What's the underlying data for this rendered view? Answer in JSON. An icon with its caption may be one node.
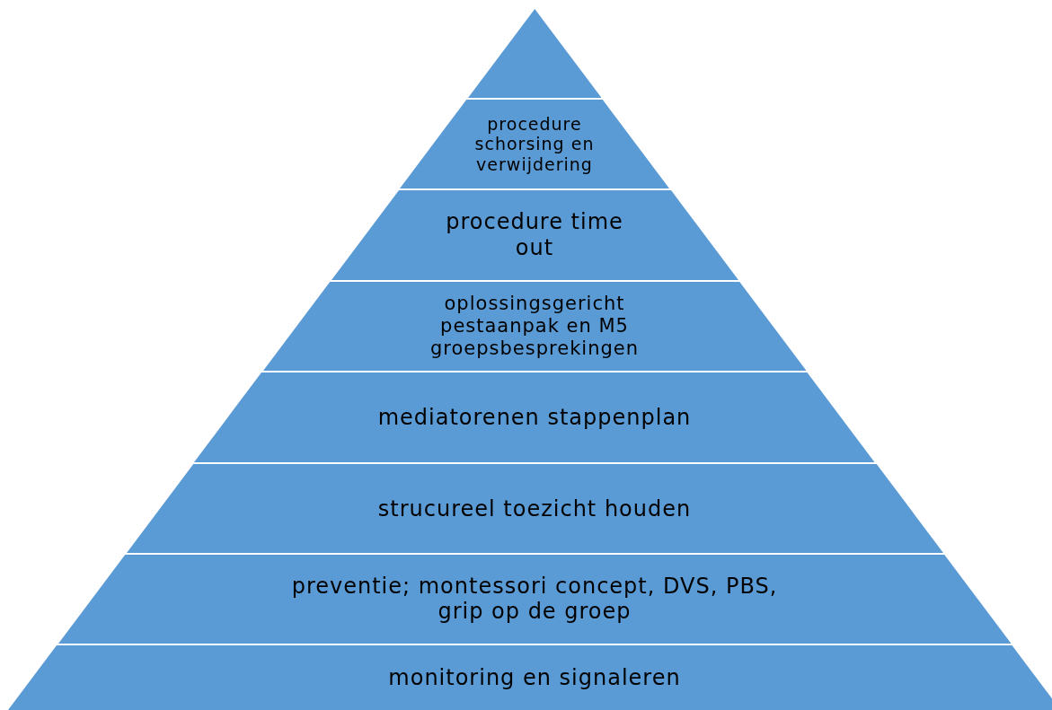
{
  "diagram": {
    "nodes": [
      {
        "text": [],
        "shape": "triangle"
      },
      {
        "text": [
          "procedure schorsing en verwijdering"
        ]
      },
      {
        "text": [
          "procedure time out"
        ]
      },
      {
        "text": [
          "oplossingsgericht pestaanpak en M5 groepsbesprekingen"
        ]
      },
      {
        "text": [
          "mediatorenen stappenplan"
        ]
      },
      {
        "text": [
          "strucureel toezicht houden"
        ]
      },
      {
        "text": [
          "preventie; montessori concept, DVS, PBS, grip op de groep"
        ]
      },
      {
        "text": [
          "monitoring en signaleren"
        ]
      }
    ]
  }
}
